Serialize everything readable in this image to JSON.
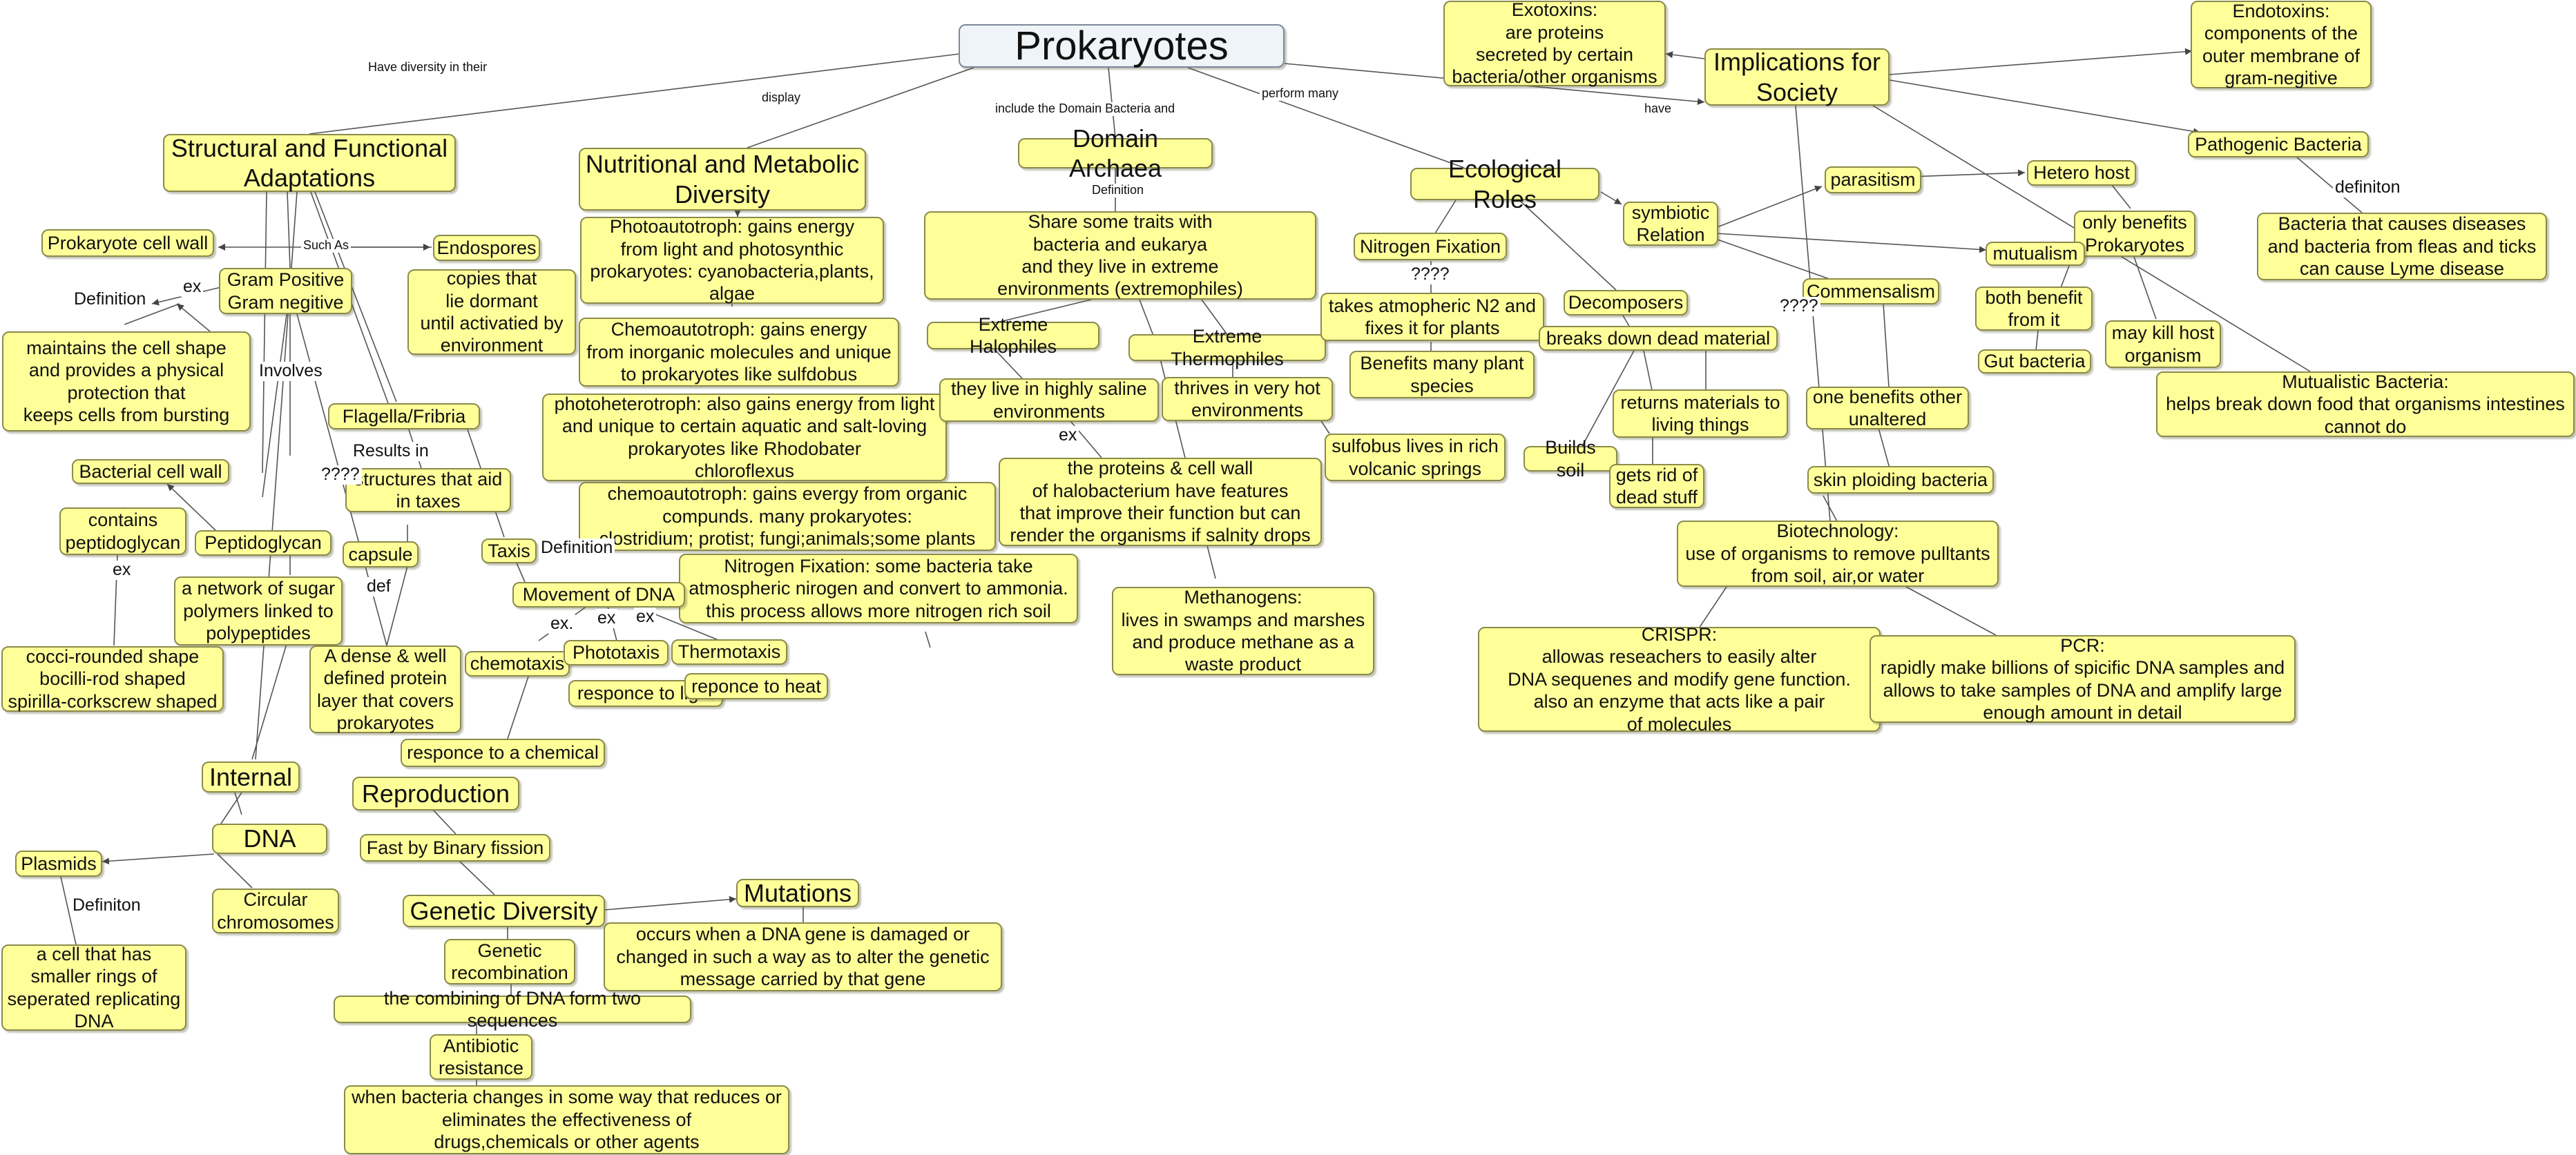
{
  "colors": {
    "node_fill": "#ffff99",
    "node_border": "#8a8a4a",
    "root_fill": "#eef4f7",
    "line": "#555555"
  },
  "nodes": [
    {
      "id": "prokaryotes",
      "text": "Prokaryotes",
      "root": true
    },
    {
      "id": "structural",
      "text": "Structural and Functional\nAdaptations"
    },
    {
      "id": "nutritional",
      "text": "Nutritional and Metabolic\nDiversity"
    },
    {
      "id": "archaea",
      "text": "Domain Archaea"
    },
    {
      "id": "ecological",
      "text": "Ecological Roles"
    },
    {
      "id": "implications",
      "text": "Implications for\nSociety"
    },
    {
      "id": "exotoxins",
      "text": "Exotoxins:\nare proteins\nsecreted by certain\nbacteria/other organisms"
    },
    {
      "id": "endotoxins",
      "text": "Endotoxins:\ncomponents of the\nouter membrane of\ngram-negitive"
    },
    {
      "id": "pathogenic",
      "text": "Pathogenic Bacteria"
    },
    {
      "id": "pathogenic_def",
      "text": "Bacteria that causes diseases\nand bacteria from fleas and ticks\ncan cause Lyme disease"
    },
    {
      "id": "cellwall",
      "text": "Prokaryote cell wall"
    },
    {
      "id": "endospores",
      "text": "Endospores"
    },
    {
      "id": "endospores_def",
      "text": "copies that\nlie dormant\nuntil activatied by\nenvironment"
    },
    {
      "id": "gram",
      "text": "Gram Positive\nGram negitive"
    },
    {
      "id": "cellwall_def",
      "text": "maintains the cell shape\nand provides a physical\nprotection that\nkeeps cells from bursting"
    },
    {
      "id": "flagella",
      "text": "Flagella/Fribria"
    },
    {
      "id": "structures",
      "text": "structures that aid\nin taxes"
    },
    {
      "id": "bactwall",
      "text": "Bacterial cell wall"
    },
    {
      "id": "contains",
      "text": "contains\npeptidoglycan"
    },
    {
      "id": "peptido",
      "text": "Peptidoglycan"
    },
    {
      "id": "sugar",
      "text": "a network of sugar\npolymers linked to\npolypeptides"
    },
    {
      "id": "capsule",
      "text": "capsule"
    },
    {
      "id": "capsule_def",
      "text": "A dense & well\ndefined protein\nlayer that covers\nprokaryotes"
    },
    {
      "id": "shapes",
      "text": "cocci-rounded shape\nbocilli-rod shaped\nspirilla-corkscrew shaped"
    },
    {
      "id": "taxis",
      "text": "Taxis"
    },
    {
      "id": "photoauto",
      "text": "Photoautotroph: gains energy\nfrom light and photosynthic\nprokaryotes: cyanobacteria,plants,\nalgae"
    },
    {
      "id": "chemoauto",
      "text": "Chemoautotroph: gains energy\nfrom inorganic molecules and unique\nto prokaryotes like sulfdobus"
    },
    {
      "id": "photohetero",
      "text": "photoheterotroph: also gains energy from light\nand unique to certain aquatic and salt-loving\nprokaryotes like Rhodobater\nchloroflexus"
    },
    {
      "id": "chemohetero",
      "text": "chemoautotroph: gains evergy from organic\ncompunds. many prokaryotes:\nclostridium; protist; fungi;animals;some plants"
    },
    {
      "id": "nfix_long",
      "text": "Nitrogen Fixation: some bacteria take\natmospheric nirogen and convert to ammonia.\nthis process allows more nitrogen rich soil"
    },
    {
      "id": "movement",
      "text": "Movement of DNA"
    },
    {
      "id": "chemotaxis",
      "text": "chemotaxis"
    },
    {
      "id": "phototaxis",
      "text": "Phototaxis"
    },
    {
      "id": "thermotaxis",
      "text": "Thermotaxis"
    },
    {
      "id": "resp_light",
      "text": "responce to light"
    },
    {
      "id": "resp_heat",
      "text": "reponce to heat"
    },
    {
      "id": "resp_chem",
      "text": "responce to a chemical"
    },
    {
      "id": "internal",
      "text": "Internal"
    },
    {
      "id": "dna",
      "text": "DNA"
    },
    {
      "id": "plasmids",
      "text": "Plasmids"
    },
    {
      "id": "plasmids_def",
      "text": "a cell that has\nsmaller rings of\nseperated replicating\nDNA"
    },
    {
      "id": "circular",
      "text": "Circular\nchromosomes"
    },
    {
      "id": "reproduction",
      "text": "Reproduction"
    },
    {
      "id": "fission",
      "text": "Fast by Binary fission"
    },
    {
      "id": "genetic",
      "text": "Genetic Diversity"
    },
    {
      "id": "mutations",
      "text": "Mutations"
    },
    {
      "id": "mutations_def",
      "text": "occurs when a DNA gene is damaged or\nchanged in such a way as to alter the genetic\nmessage carried by that gene"
    },
    {
      "id": "recomb",
      "text": "Genetic\nrecombination"
    },
    {
      "id": "recomb_def",
      "text": "the combining of DNA form two sequences"
    },
    {
      "id": "antibiotic",
      "text": "Antibiotic\nresistance"
    },
    {
      "id": "antibiotic_def",
      "text": "when bacteria changes in some way that reduces or\neliminates the effectiveness of\ndrugs,chemicals or other agents"
    },
    {
      "id": "archaea_def",
      "text": "Share some traits with\nbacteria and eukarya\nand they live in extreme\nenvironments (extremophiles)"
    },
    {
      "id": "halophiles",
      "text": "Extreme Halophiles"
    },
    {
      "id": "saline",
      "text": "they live in highly saline\nenvironments"
    },
    {
      "id": "thermophiles",
      "text": "Extreme Thermophiles"
    },
    {
      "id": "hot",
      "text": "thrives in very hot\nenvironments"
    },
    {
      "id": "sulfobus",
      "text": "sulfobus lives in rich\nvolcanic springs"
    },
    {
      "id": "halobact",
      "text": "the proteins & cell wall\nof halobacterium have features\nthat improve their function but can\nrender the organisms if salnity drops"
    },
    {
      "id": "methanogens",
      "text": "Methanogens:\nlives in swamps and marshes\nand produce methane as a\nwaste product"
    },
    {
      "id": "nfix",
      "text": "Nitrogen Fixation"
    },
    {
      "id": "atmospheric",
      "text": "takes atmopheric N2 and\nfixes it for plants"
    },
    {
      "id": "benefits_plant",
      "text": "Benefits many plant\nspecies"
    },
    {
      "id": "decomposers",
      "text": "Decomposers"
    },
    {
      "id": "breaks",
      "text": "breaks down dead material"
    },
    {
      "id": "returns",
      "text": "returns materials to\nliving things"
    },
    {
      "id": "builds",
      "text": "Builds soil"
    },
    {
      "id": "rid",
      "text": "gets rid of\ndead stuff"
    },
    {
      "id": "symbiotic",
      "text": "symbiotic\nRelation"
    },
    {
      "id": "parasitism",
      "text": "parasitism"
    },
    {
      "id": "hetero_host",
      "text": "Hetero host"
    },
    {
      "id": "only_benefits",
      "text": "only benefits\nProkaryotes"
    },
    {
      "id": "may_kill",
      "text": "may kill host\norganism"
    },
    {
      "id": "mutualism",
      "text": "mutualism"
    },
    {
      "id": "both_benefit",
      "text": "both benefit\nfrom it"
    },
    {
      "id": "gut",
      "text": "Gut bacteria"
    },
    {
      "id": "commensalism",
      "text": "Commensalism"
    },
    {
      "id": "one_benefits",
      "text": "one benefits other\nunaltered"
    },
    {
      "id": "skin",
      "text": "skin ploiding bacteria"
    },
    {
      "id": "mutualistic",
      "text": "Mutualistic Bacteria:\nhelps break down food that organisms intestines\ncannot do"
    },
    {
      "id": "biotech",
      "text": "Biotechnology:\nuse of organisms to remove pulltants\nfrom soil, air,or water"
    },
    {
      "id": "crispr",
      "text": "CRISPR:\nallowas reseachers to easily alter\nDNA sequenes and modify gene function.\nalso an enzyme that acts like a pair\nof molecules"
    },
    {
      "id": "pcr",
      "text": "PCR:\nrapidly make billions of spicific DNA samples and\nallows to take samples of DNA and amplify large\nenough amount in detail"
    }
  ],
  "labels": [
    {
      "id": "have_diversity",
      "text": "Have diversity in their"
    },
    {
      "id": "display",
      "text": "display"
    },
    {
      "id": "include",
      "text": "include the Domain Bacteria and"
    },
    {
      "id": "perform",
      "text": "perform many"
    },
    {
      "id": "have",
      "text": "have"
    },
    {
      "id": "definition_archaea",
      "text": "Definition"
    },
    {
      "id": "such_as",
      "text": "Such As"
    },
    {
      "id": "ex_gram",
      "text": "ex"
    },
    {
      "id": "definition_wall",
      "text": "Definition"
    },
    {
      "id": "involves",
      "text": "Involves"
    },
    {
      "id": "results_in",
      "text": "Results in"
    },
    {
      "id": "q_left",
      "text": "????"
    },
    {
      "id": "definition_taxis",
      "text": "Definition"
    },
    {
      "id": "def_capsule",
      "text": "def"
    },
    {
      "id": "ex_peptido",
      "text": "ex"
    },
    {
      "id": "ex_m1",
      "text": "ex."
    },
    {
      "id": "ex_m2",
      "text": "ex"
    },
    {
      "id": "ex_m3",
      "text": "ex"
    },
    {
      "id": "definiton_plasmids",
      "text": "Definiton"
    },
    {
      "id": "q_nfix",
      "text": "????"
    },
    {
      "id": "ex_saline",
      "text": "ex"
    },
    {
      "id": "q_right",
      "text": "????"
    },
    {
      "id": "definiton_path",
      "text": "definiton"
    }
  ]
}
